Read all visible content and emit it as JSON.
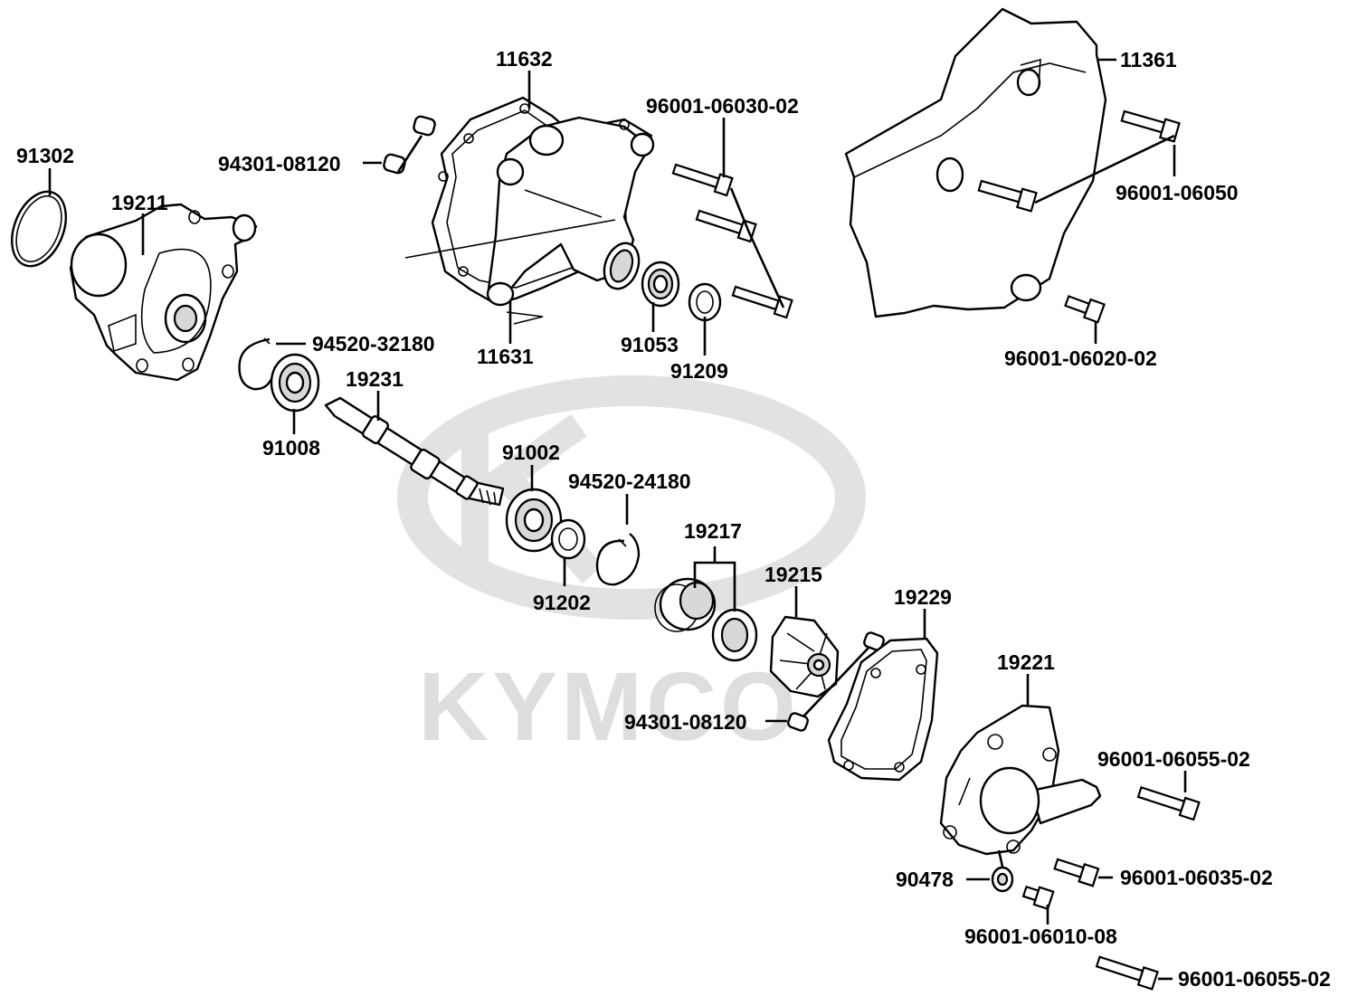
{
  "watermark": {
    "text": "KYMCO"
  },
  "parts": {
    "p11632": "11632",
    "p11361": "11361",
    "p96001_06030_02": "96001-06030-02",
    "p91302": "91302",
    "p94301_08120_top": "94301-08120",
    "p19211": "19211",
    "p96001_06050": "96001-06050",
    "p94520_32180": "94520-32180",
    "p11631": "11631",
    "p91053": "91053",
    "p91209": "91209",
    "p96001_06020_02": "96001-06020-02",
    "p19231": "19231",
    "p91008": "91008",
    "p91002": "91002",
    "p94520_24180": "94520-24180",
    "p19217": "19217",
    "p19215": "19215",
    "p19229": "19229",
    "p91202": "91202",
    "p19221": "19221",
    "p94301_08120_bottom": "94301-08120",
    "p96001_06055_02_a": "96001-06055-02",
    "p96001_06035_02": "96001-06035-02",
    "p90478": "90478",
    "p96001_06010_08": "96001-06010-08",
    "p96001_06055_02_b": "96001-06055-02"
  }
}
